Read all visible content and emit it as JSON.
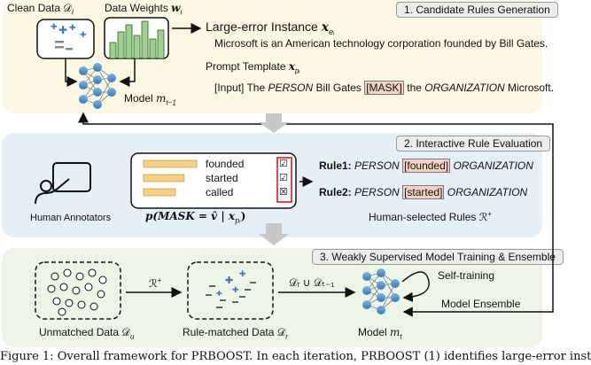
{
  "stage1": {
    "label": "1. Candidate Rules Generation",
    "clean_data_label": "Clean Data 𝒟",
    "clean_data_sub": "l",
    "weights_label": "Data Weights ",
    "weights_sym": "w",
    "weights_sub": "i",
    "large_error_label": "Large-error Instance ",
    "large_error_sym": "x",
    "large_error_sub": "eᵢ",
    "instance_text": "Microsoft is an American technology corporation founded by Bill Gates.",
    "prompt_label": "Prompt Template ",
    "prompt_sym": "x",
    "prompt_sub": "pᵢ",
    "template": {
      "p1": "[Input] The ",
      "ent1": "PERSON",
      "p2": " Bill Gates ",
      "mask": "[MASK]",
      "p3": " the ",
      "ent2": "ORGANIZATION",
      "p4": " Microsoft."
    },
    "model_label": "Model ",
    "model_sym": "m",
    "model_sub": "t−1"
  },
  "stage2": {
    "label": "2. Interactive Rule Evaluation",
    "annotators_label": "Human Annotators",
    "candidates": [
      "founded",
      "started",
      "called"
    ],
    "checkbox_marks": [
      "☑",
      "☑",
      "☒"
    ],
    "prob_label": "p(MASK = v̂ | x",
    "prob_sub": "pᵢ",
    "prob_close": ")",
    "rule1": {
      "name": "Rule1:",
      "ent1": "PERSON",
      "word": "[founded]",
      "ent2": "ORGANIZATION"
    },
    "rule2": {
      "name": "Rule2:",
      "ent1": "PERSON",
      "word": "[started]",
      "ent2": "ORGANIZATION"
    },
    "selected_label": "Human-selected Rules ℛ",
    "selected_sup": "+"
  },
  "stage3": {
    "label": "3. Weakly Supervised Model Training & Ensemble",
    "unmatched_label": "Unmatched Data 𝒟",
    "unmatched_sub": "u",
    "arrow1_label": "ℛ",
    "arrow1_sup": "+",
    "matched_label": "Rule-matched Data 𝒟",
    "matched_sub": "r",
    "arrow2_label": "𝒟ᵣ ∪ 𝒟ₜ₋₁",
    "model_label": "Model ",
    "model_sym": "m",
    "model_sub": "t",
    "self_training": "Self-training",
    "ensemble": "Model Ensemble"
  },
  "caption": "Figure 1:  Overall framework for PRBOOST.  In each iteration, PRBOOST (1) identifies large-error inst",
  "colors": {
    "stage1_bg": "#fdf8e4",
    "stage2_bg": "#e6eef8",
    "stage3_bg": "#edf5e6",
    "mask_highlight": "#f6d2c4",
    "checkbox_red": "#d23a2e",
    "bar_color": "#f5cf83",
    "chart_green": "#9ed28b",
    "plus_blue": "#3a78c2"
  }
}
